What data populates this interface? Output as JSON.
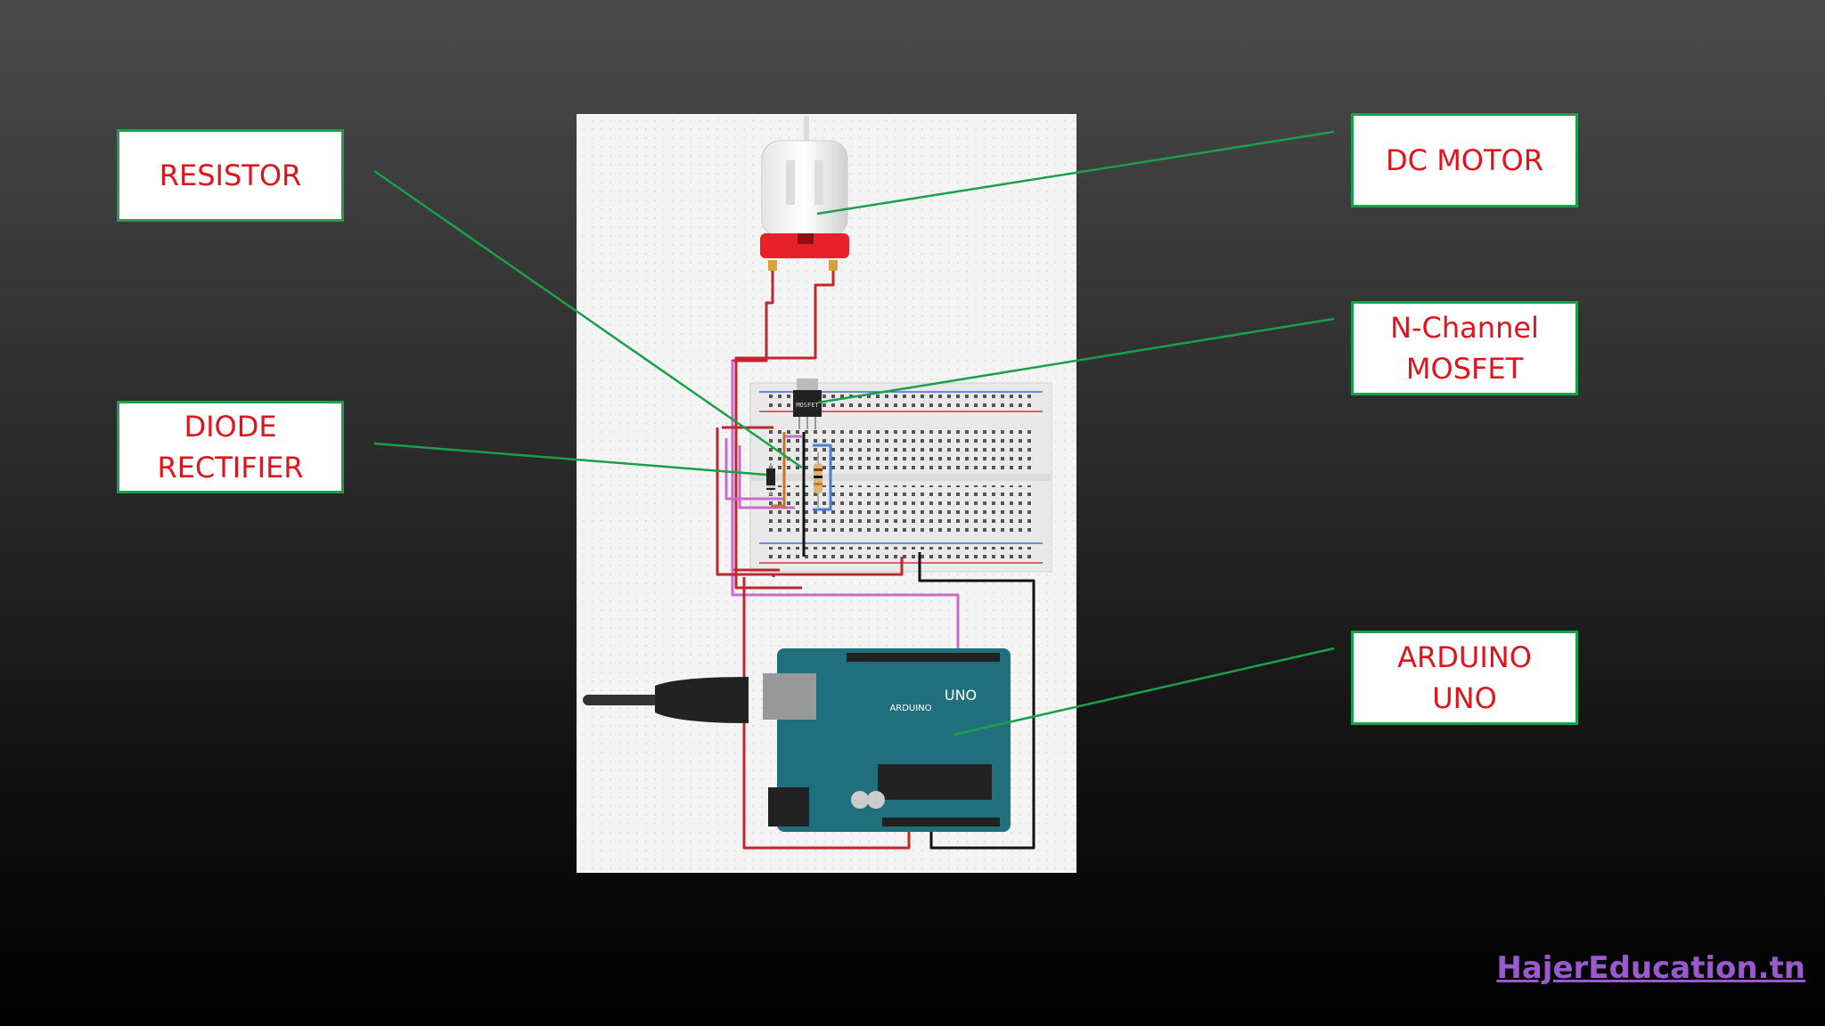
{
  "labels": {
    "resistor": "RESISTOR",
    "diode_line1": "DIODE",
    "diode_line2": "RECTIFIER",
    "motor": "DC MOTOR",
    "mosfet_line1": "N-Channel",
    "mosfet_line2": "MOSFET",
    "arduino_line1": "ARDUINO",
    "arduino_line2": "UNO"
  },
  "board": {
    "mosfet_marking": "MOSFET",
    "brand": "ARDUINO",
    "model": "UNO"
  },
  "watermark": "HajerEducation.tn",
  "colors": {
    "label_border": "#1aa04a",
    "label_text": "#e0141e",
    "pointer_line": "#1aa04a",
    "wire_red": "#c0272d",
    "wire_black": "#111111",
    "wire_pink": "#c86ad0",
    "wire_blue": "#4a7fd6",
    "wire_orange": "#c8742a",
    "board_teal": "#1f6f7c",
    "motor_red": "#e8202a",
    "watermark": "#9b59d0"
  }
}
